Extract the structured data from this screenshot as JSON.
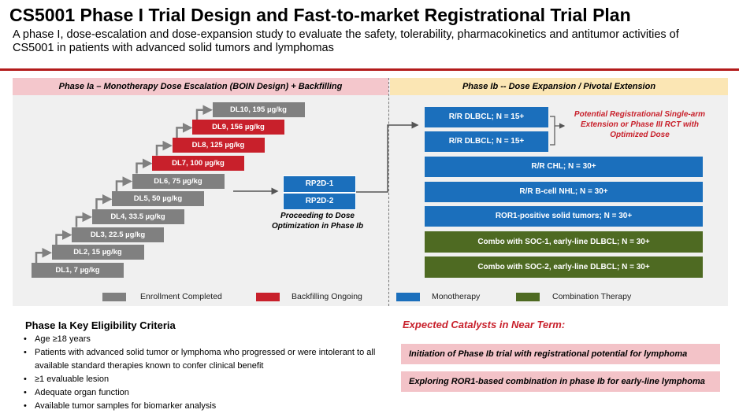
{
  "title": "CS5001 Phase I Trial Design and Fast-to-market Registrational Trial Plan",
  "subtitle": "A phase I, dose-escalation and dose-expansion study to evaluate the safety, tolerability, pharmacokinetics and antitumor activities of CS5001 in patients with advanced solid tumors and lymphomas",
  "phase_ia": {
    "header": "Phase Ia – Monotherapy Dose Escalation (BOIN Design) + Backfilling",
    "dose_levels": [
      {
        "label": "DL1, 7 µg/kg",
        "status": "completed"
      },
      {
        "label": "DL2, 15 µg/kg",
        "status": "completed"
      },
      {
        "label": "DL3, 22.5 µg/kg",
        "status": "completed"
      },
      {
        "label": "DL4, 33.5 µg/kg",
        "status": "completed"
      },
      {
        "label": "DL5, 50 µg/kg",
        "status": "completed"
      },
      {
        "label": "DL6, 75 µg/kg",
        "status": "completed"
      },
      {
        "label": "DL7, 100 µg/kg",
        "status": "backfilling"
      },
      {
        "label": "DL8, 125 µg/kg",
        "status": "backfilling"
      },
      {
        "label": "DL9, 156 µg/kg",
        "status": "backfilling"
      },
      {
        "label": "DL10, 195 µg/kg",
        "status": "completed"
      }
    ],
    "rp2d": [
      "RP2D-1",
      "RP2D-2"
    ],
    "rp2d_caption": "Proceeding to Dose Optimization in Phase Ib"
  },
  "phase_ib": {
    "header": "Phase Ib -- Dose Expansion / Pivotal Extension",
    "arms": [
      {
        "label": "R/R DLBCL; N = 15+",
        "type": "monotherapy"
      },
      {
        "label": "R/R DLBCL; N = 15+",
        "type": "monotherapy"
      },
      {
        "label": "R/R CHL; N = 30+",
        "type": "monotherapy"
      },
      {
        "label": "R/R B-cell NHL; N = 30+",
        "type": "monotherapy"
      },
      {
        "label": "ROR1-positive solid tumors; N = 30+",
        "type": "monotherapy"
      },
      {
        "label": "Combo with SOC-1, early-line DLBCL; N = 30+",
        "type": "combination"
      },
      {
        "label": "Combo with SOC-2, early-line DLBCL; N = 30+",
        "type": "combination"
      }
    ],
    "potential_registration": "Potential Registrational Single-arm Extension or Phase III RCT with Optimized Dose"
  },
  "legend": [
    {
      "label": "Enrollment Completed",
      "color": "#808080"
    },
    {
      "label": "Backfilling Ongoing",
      "color": "#c8202b"
    },
    {
      "label": "Monotherapy",
      "color": "#1b6fbc"
    },
    {
      "label": "Combination Therapy",
      "color": "#4e6a22"
    }
  ],
  "criteria": {
    "title": "Phase Ia Key Eligibility Criteria",
    "items": [
      "Age ≥18 years",
      "Patients with advanced solid tumor or lymphoma who progressed or were intolerant to all available standard therapies known to confer clinical benefit",
      "≥1 evaluable lesion",
      "Adequate organ function",
      "Available tumor samples for biomarker analysis"
    ]
  },
  "catalysts": {
    "title": "Expected Catalysts in Near Term:",
    "items": [
      "Initiation of Phase Ib trial with registrational potential for lymphoma",
      "Exploring ROR1-based combination in phase Ib for early-line lymphoma"
    ]
  },
  "colors": {
    "completed": "#808080",
    "backfilling": "#c8202b",
    "monotherapy": "#1b6fbc",
    "combination": "#4e6a22",
    "accent": "#b31b1b"
  }
}
